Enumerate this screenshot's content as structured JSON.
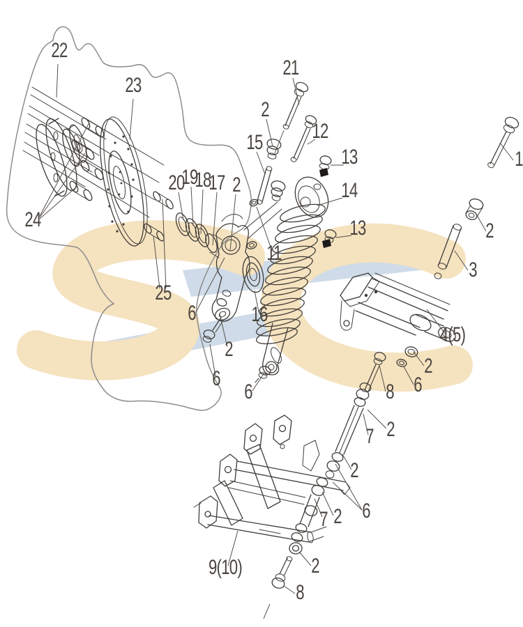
{
  "diagram": {
    "watermark_text": "SC",
    "part_numbers_visible": [
      "1",
      "2",
      "3",
      "4(5)",
      "6",
      "7",
      "8",
      "9(10)",
      "11",
      "12",
      "13",
      "14",
      "15",
      "16",
      "17",
      "18",
      "19",
      "20",
      "21",
      "22",
      "23",
      "24",
      "25"
    ],
    "part_labels": {
      "l22": "22",
      "l23": "23",
      "l24": "24",
      "l25": "25",
      "l20": "20",
      "l19": "19",
      "l18": "18",
      "l17": "17",
      "l2a": "2",
      "l15": "15",
      "l2b": "2",
      "l21": "21",
      "l12": "12",
      "l13a": "13",
      "l14": "14",
      "l13b": "13",
      "l11": "11",
      "l16": "16",
      "l6a": "6",
      "l2c": "2",
      "l6b": "6",
      "l6c": "6",
      "l1": "1",
      "l2d": "2",
      "l3": "3",
      "l45": "4(5)",
      "l2e": "2",
      "l6d": "6",
      "l8a": "8",
      "l7a": "7",
      "l2f": "2",
      "l2g": "2",
      "l6e": "6",
      "l7b": "7",
      "l2h": "2",
      "l910": "9(10)",
      "l2i": "2",
      "l8b": "8"
    }
  },
  "palette": {
    "ink": "#3f3c38",
    "label_ink": "#4a4540",
    "watermark_tan": "#f5e2bf",
    "watermark_blue": "#cfdbe8",
    "background": "#ffffff"
  }
}
